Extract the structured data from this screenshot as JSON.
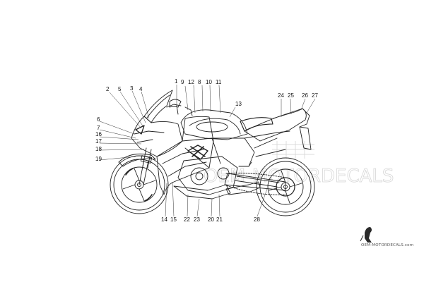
{
  "diagram": {
    "type": "motorcycle-decal-placement",
    "callouts": [
      {
        "id": "callout-1",
        "label": "1"
      },
      {
        "id": "callout-2",
        "label": "2"
      },
      {
        "id": "callout-3",
        "label": "3"
      },
      {
        "id": "callout-4",
        "label": "4"
      },
      {
        "id": "callout-5",
        "label": "5"
      },
      {
        "id": "callout-6",
        "label": "6"
      },
      {
        "id": "callout-7",
        "label": "7"
      },
      {
        "id": "callout-8",
        "label": "8"
      },
      {
        "id": "callout-9",
        "label": "9"
      },
      {
        "id": "callout-10",
        "label": "10"
      },
      {
        "id": "callout-11",
        "label": "11"
      },
      {
        "id": "callout-12",
        "label": "12"
      },
      {
        "id": "callout-13",
        "label": "13"
      },
      {
        "id": "callout-14",
        "label": "14"
      },
      {
        "id": "callout-15",
        "label": "15"
      },
      {
        "id": "callout-16",
        "label": "16"
      },
      {
        "id": "callout-17",
        "label": "17"
      },
      {
        "id": "callout-18",
        "label": "18"
      },
      {
        "id": "callout-19",
        "label": "19"
      },
      {
        "id": "callout-20",
        "label": "20"
      },
      {
        "id": "callout-21",
        "label": "21"
      },
      {
        "id": "callout-22",
        "label": "22"
      },
      {
        "id": "callout-23",
        "label": "23"
      },
      {
        "id": "callout-24",
        "label": "24"
      },
      {
        "id": "callout-25",
        "label": "25"
      },
      {
        "id": "callout-26",
        "label": "26"
      },
      {
        "id": "callout-27",
        "label": "27"
      },
      {
        "id": "callout-28",
        "label": "28"
      }
    ]
  },
  "watermark": {
    "text": "OEM-MOTORDECALS.com",
    "ghost_text": "OEM-MOTORDECALS"
  }
}
